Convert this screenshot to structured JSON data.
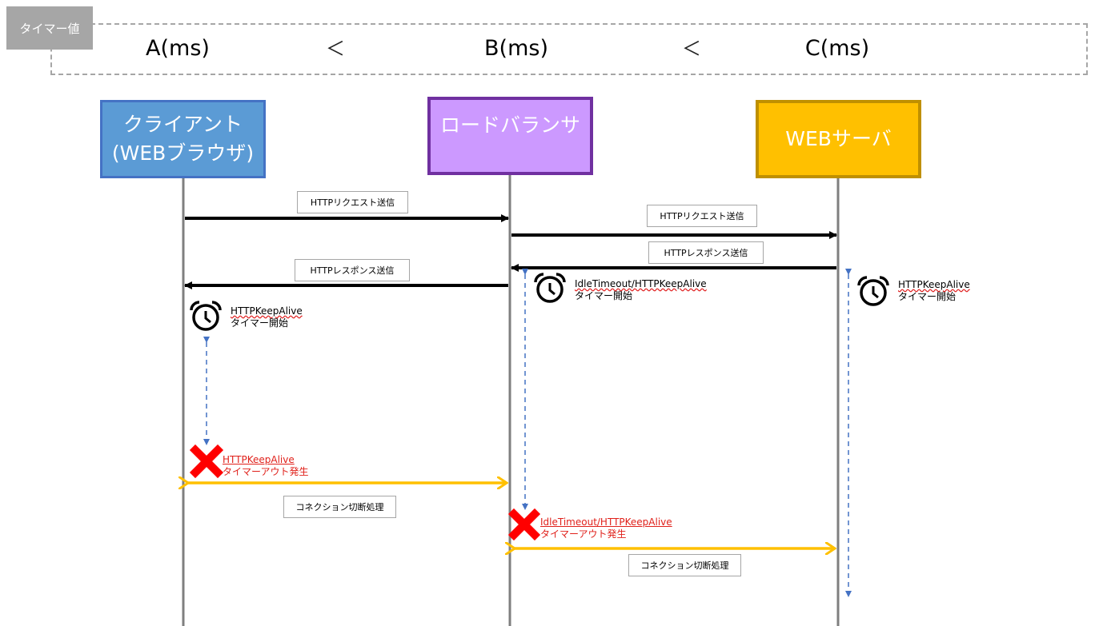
{
  "timer": {
    "tag": "タイマー値",
    "a": "A(ms)",
    "lt1": "＜",
    "b": "B(ms)",
    "lt2": "＜",
    "c": "C(ms)"
  },
  "actors": {
    "client_line1": "クライアント",
    "client_line2": "(WEBブラウザ)",
    "lb": "ロードバランサ",
    "web": "WEBサーバ"
  },
  "messages": {
    "req1": "HTTPリクエスト送信",
    "req2": "HTTPリクエスト送信",
    "resp_web": "HTTPレスポンス送信",
    "resp_lb": "HTTPレスポンス送信",
    "disconnect1": "コネクション切断処理",
    "disconnect2": "コネクション切断処理"
  },
  "notes": {
    "client_timer_l1": "HTTPKeepAlive",
    "client_timer_l2": "タイマー開始",
    "lb_timer_l1": "IdleTimeout/HTTPKeepAlive",
    "lb_timer_l2": "タイマー開始",
    "web_timer_l1": "HTTPKeepAlive",
    "web_timer_l2": "タイマー開始",
    "client_timeout_l1": "HTTPKeepAlive",
    "client_timeout_l2": "タイマーアウト発生",
    "lb_timeout_l1": "IdleTimeout/HTTPKeepAlive",
    "lb_timeout_l2": "タイマーアウト発生"
  },
  "colors": {
    "client_fill": "#5b9bd5",
    "client_border": "#4472c4",
    "lb_fill": "#cc99ff",
    "lb_border": "#7030a0",
    "web_fill": "#ffc000",
    "web_border": "#bf9000",
    "lifeline": "#7f7f7f",
    "arrow": "#000000",
    "timer_arrow": "#4472c4",
    "disconnect_arrow": "#ffc000",
    "timeout_red": "#ff0000"
  },
  "icons": {
    "timer_start": "alarm-clock-icon",
    "timeout": "red-x-icon"
  }
}
